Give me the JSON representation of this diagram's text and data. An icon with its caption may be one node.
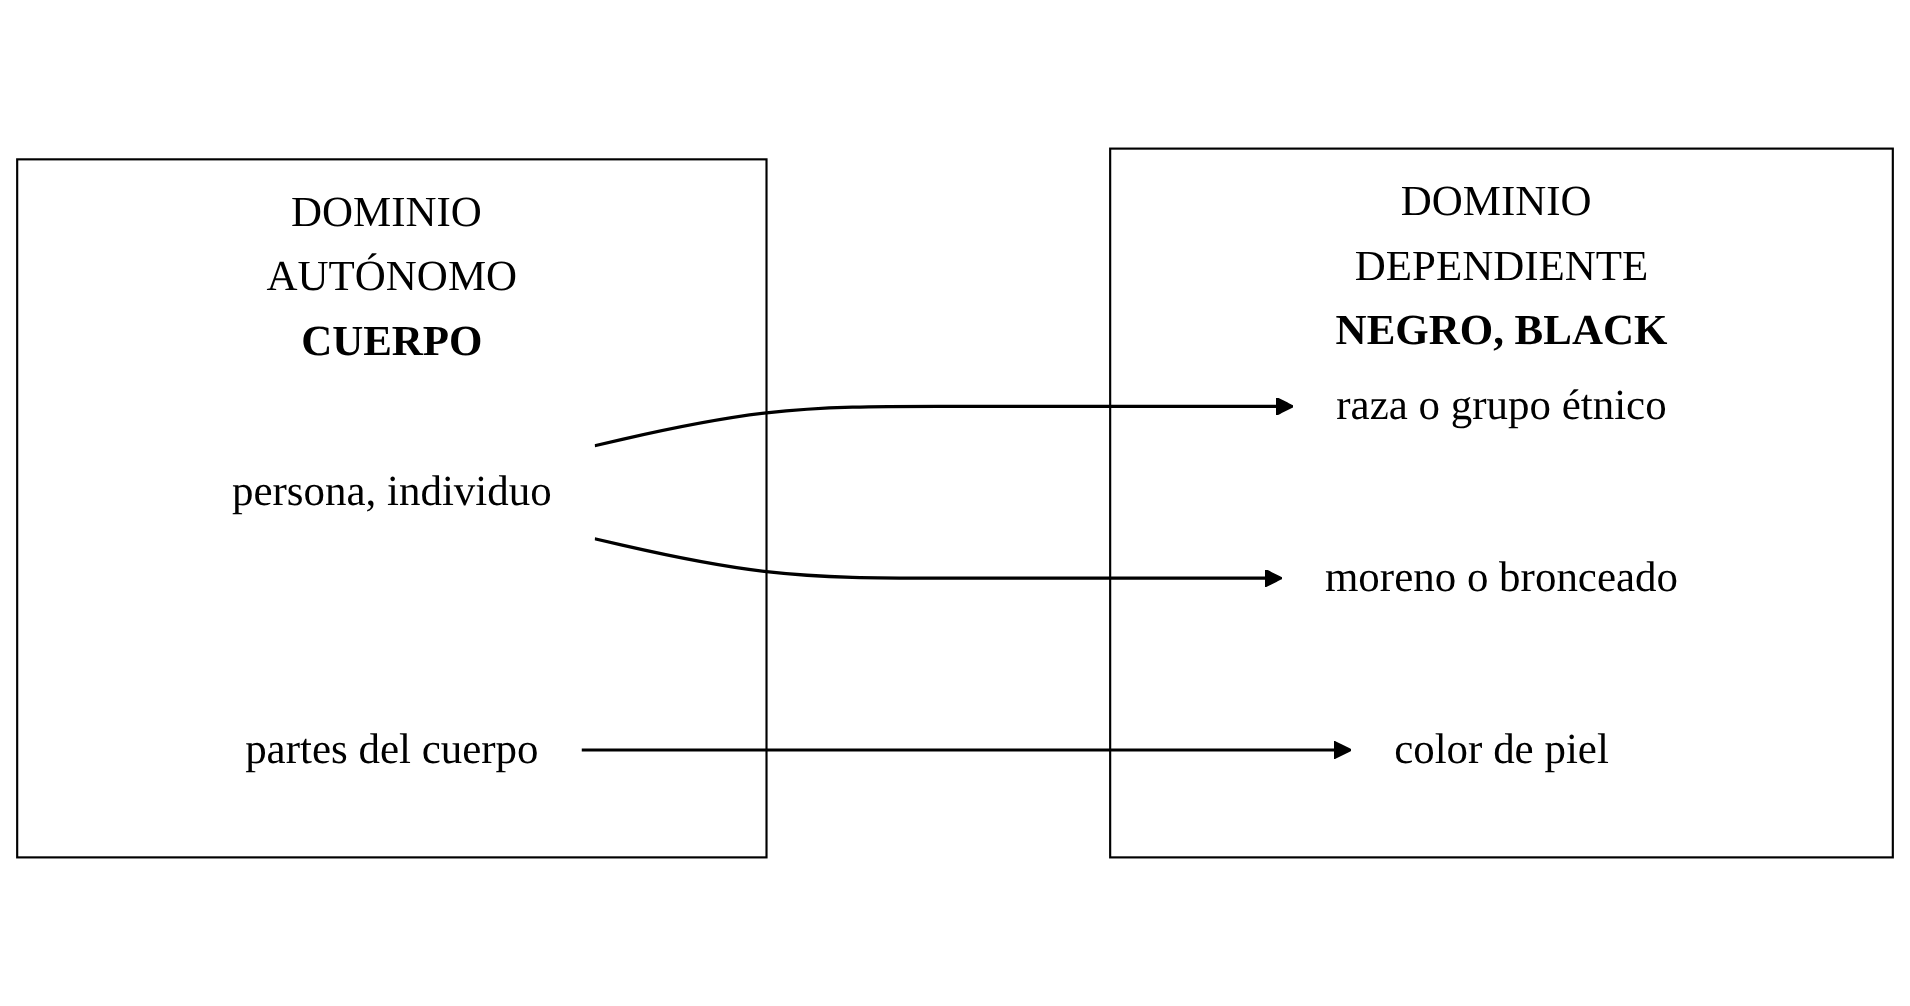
{
  "diagram": {
    "nodes": [
      {
        "text": [
          "DOMINIO AUTÓNOMO",
          "CUERPO"
        ]
      },
      {
        "text": [
          "persona, individuo"
        ],
        "in": 0
      },
      {
        "text": [
          "partes del cuerpo"
        ],
        "in": 0
      },
      {
        "text": [
          "DOMINIO DEPENDIENTE",
          "NEGRO, BLACK"
        ]
      },
      {
        "text": [
          "raza o grupo étnico"
        ],
        "in": 3
      },
      {
        "text": [
          "moreno o bronceado"
        ],
        "in": 3
      },
      {
        "text": [
          "color de piel"
        ],
        "in": 3
      }
    ],
    "edges": [
      {
        "from": 1,
        "to": 4,
        "arrow": "to"
      },
      {
        "from": 1,
        "to": 5,
        "arrow": "to"
      },
      {
        "from": 2,
        "to": 6,
        "arrow": "to"
      }
    ]
  }
}
